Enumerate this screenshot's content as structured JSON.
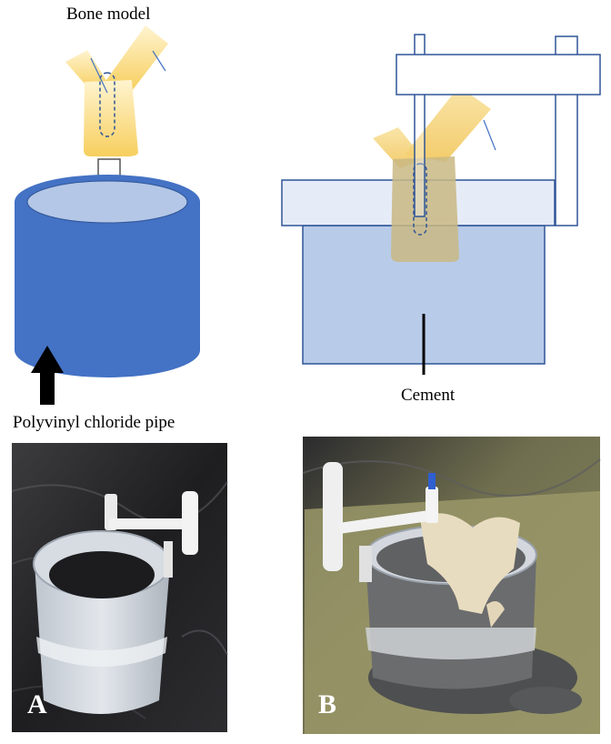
{
  "labels": {
    "bone_model": "Bone model",
    "pipe": "Polyvinyl chloride pipe",
    "cement": "Cement"
  },
  "panels": {
    "a": "A",
    "b": "B"
  },
  "colors": {
    "pipe_blue": "#4472c4",
    "pipe_inner": "#b4c7e7",
    "bone_yellow": "#f6d56e",
    "bone_light": "#fff2cc",
    "cement_fill": "#b8cbe8",
    "outline_blue": "#2f5597"
  },
  "icons": {
    "arrow_down": "white-arrow-down-icon",
    "arrow_up": "black-arrow-up-icon"
  }
}
